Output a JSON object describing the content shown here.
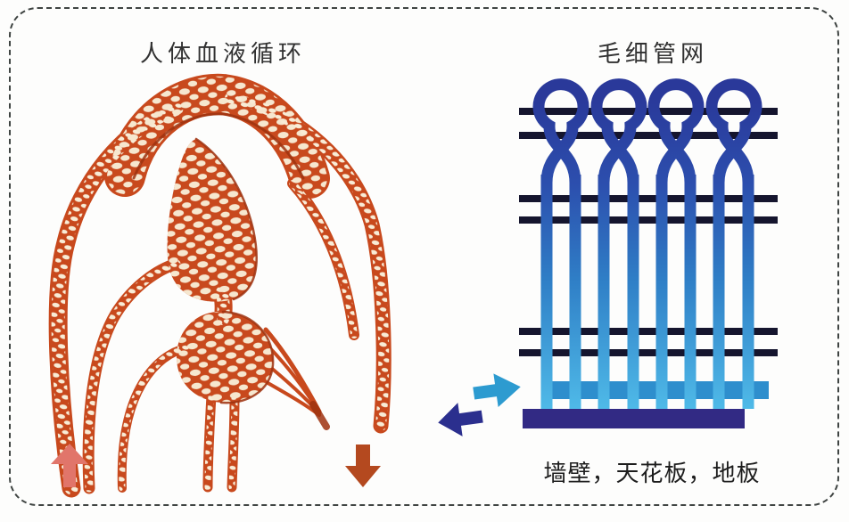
{
  "figure": {
    "border_color": "#3f4442",
    "background_color": "#fdfdfc",
    "left_panel": {
      "title": "人体血液循环",
      "illustration": "blood-vessel-arch-network",
      "vessel_color": "#c8491d",
      "vessel_dark_color": "#9e3310",
      "vessel_texture_color": "#f8ecd6",
      "up_arrow_color": "#e1756a",
      "down_arrow_color": "#b4491f"
    },
    "right_panel": {
      "title": "毛细管网",
      "caption": "墙壁，天花板，地板",
      "loop_count": 4,
      "tube_count": 8,
      "crossbar_count": 6,
      "loop_color": "#2a399a",
      "tube_color_top": "#2a399a",
      "tube_color_mid": "#2f7ec6",
      "tube_color_bottom": "#4fbae8",
      "manifold_color": "#2e8ecd",
      "base_bar_color": "#322a84",
      "crossbar_color": "#15152e",
      "arrow_right_color": "#2d9bd0",
      "arrow_left_color": "#2b2f8e"
    }
  }
}
